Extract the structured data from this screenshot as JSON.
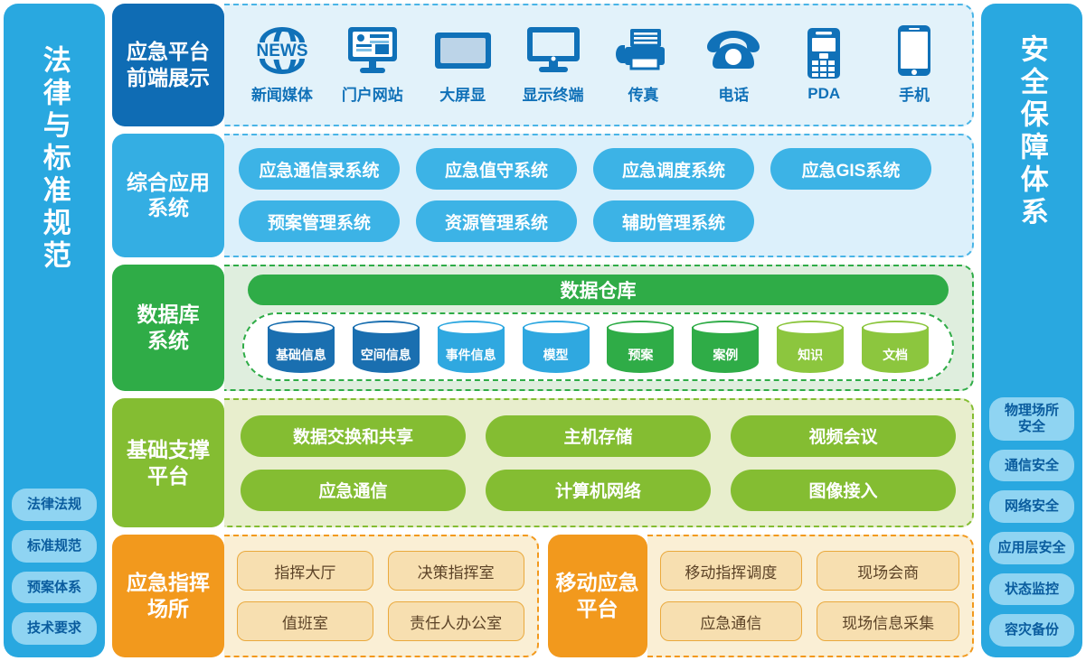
{
  "left_rail": {
    "title": "法律与标准规范",
    "chips": [
      {
        "label": "法律法规"
      },
      {
        "label": "标准规范"
      },
      {
        "label": "预案体系"
      },
      {
        "label": "技术要求"
      }
    ]
  },
  "right_rail": {
    "title": "安全保障体系",
    "chips": [
      {
        "label": "物理场所安全",
        "two_line": true
      },
      {
        "label": "通信安全",
        "two_line": false
      },
      {
        "label": "网络安全",
        "two_line": false
      },
      {
        "label": "应用层安全",
        "two_line": false
      },
      {
        "label": "状态监控",
        "two_line": false
      },
      {
        "label": "容灾备份",
        "two_line": false
      }
    ]
  },
  "rows": {
    "frontend": {
      "label": "应急平台前端展示",
      "channels": [
        {
          "label": "新闻媒体",
          "icon": "news-globe-icon"
        },
        {
          "label": "门户网站",
          "icon": "desktop-portal-icon"
        },
        {
          "label": "大屏显",
          "icon": "large-screen-icon"
        },
        {
          "label": "显示终端",
          "icon": "monitor-icon"
        },
        {
          "label": "传真",
          "icon": "fax-icon"
        },
        {
          "label": "电话",
          "icon": "telephone-icon"
        },
        {
          "label": "PDA",
          "icon": "pda-icon"
        },
        {
          "label": "手机",
          "icon": "smartphone-icon"
        }
      ]
    },
    "applications": {
      "label": "综合应用系统",
      "row1": [
        "应急通信录系统",
        "应急值守系统",
        "应急调度系统",
        "应急GIS系统"
      ],
      "row2": [
        "预案管理系统",
        "资源管理系统",
        "辅助管理系统"
      ]
    },
    "database": {
      "label": "数据库系统",
      "warehouse": "数据仓库",
      "cylinders": [
        {
          "label": "基础信息",
          "color": "#1a6fb0"
        },
        {
          "label": "空间信息",
          "color": "#1a6fb0"
        },
        {
          "label": "事件信息",
          "color": "#2fa8e0"
        },
        {
          "label": "模型",
          "color": "#2fa8e0"
        },
        {
          "label": "预案",
          "color": "#2fac47"
        },
        {
          "label": "案例",
          "color": "#2fac47"
        },
        {
          "label": "知识",
          "color": "#8cc63e"
        },
        {
          "label": "文档",
          "color": "#8cc63e"
        }
      ]
    },
    "support": {
      "label": "基础支撑平台",
      "row1": [
        "数据交换和共享",
        "主机存储",
        "视频会议"
      ],
      "row2": [
        "应急通信",
        "计算机网络",
        "图像接入"
      ]
    },
    "command_site": {
      "label": "应急指挥场所",
      "row1": [
        "指挥大厅",
        "决策指挥室"
      ],
      "row2": [
        "值班室",
        "责任人办公室"
      ]
    },
    "mobile_platform": {
      "label": "移动应急平台",
      "row1": [
        "移动指挥调度",
        "现场会商"
      ],
      "row2": [
        "应急通信",
        "现场信息采集"
      ]
    }
  },
  "colors": {
    "rail_blue": "#29a8e0",
    "chip_blue": "#8fd4f2",
    "frontend_header": "#0f6cb4",
    "app_header": "#34aee3",
    "db_green": "#2fac47",
    "support_green": "#84bd32",
    "orange": "#f2991d"
  }
}
